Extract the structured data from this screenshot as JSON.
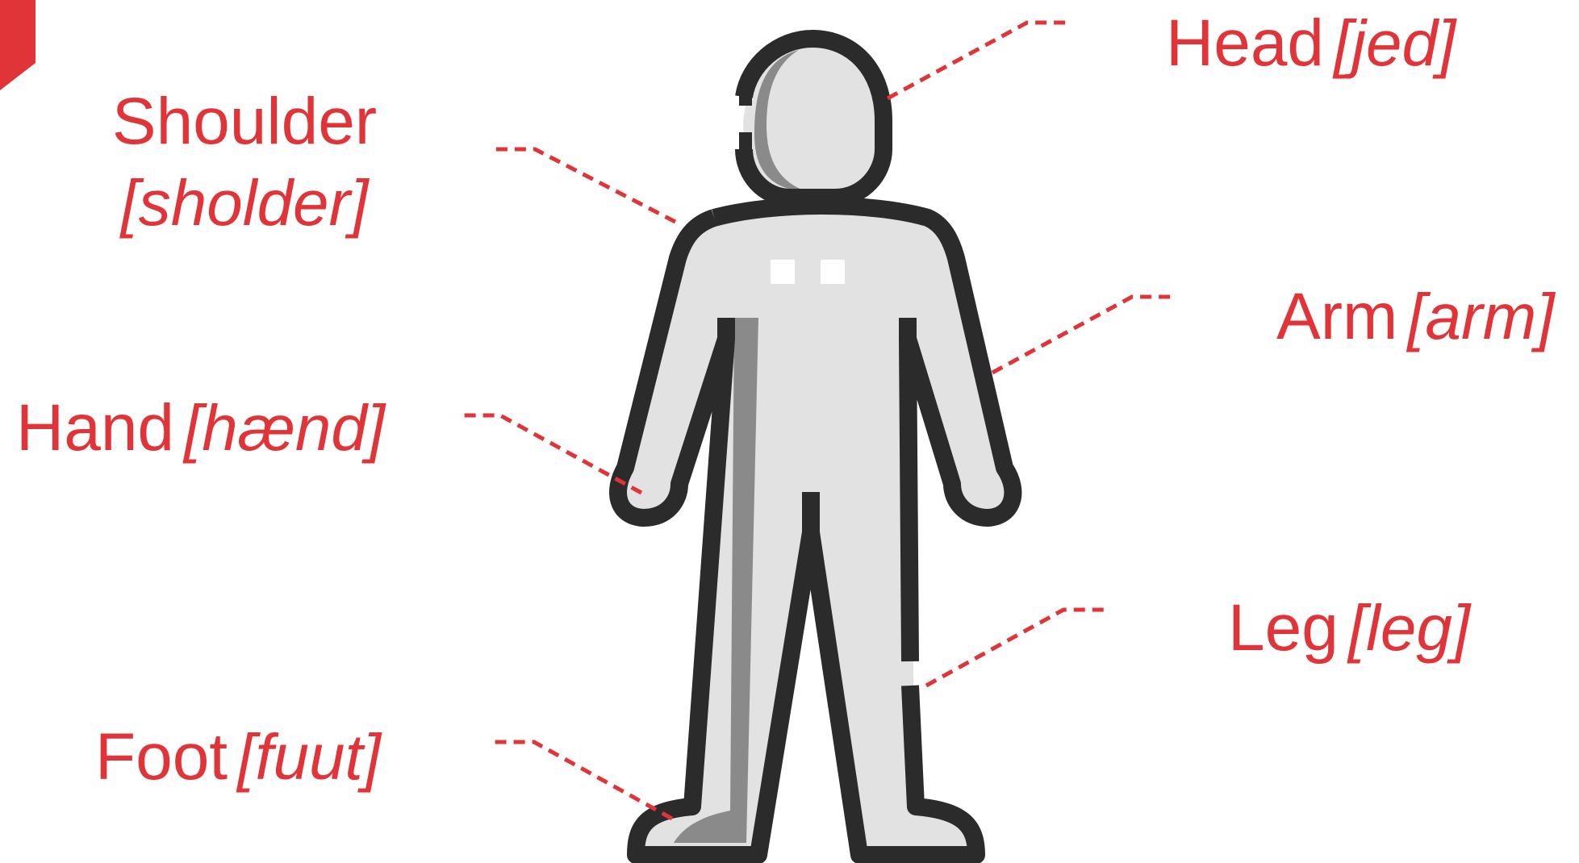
{
  "colors": {
    "accent": "#e03438",
    "outline": "#2b2b2b",
    "body_fill": "#e2e2e2",
    "shadow_fill": "#8a8a8a",
    "background": "#ffffff"
  },
  "icons": {
    "figure": "human-body-outline-icon",
    "corner": "corner-tab-decoration"
  },
  "labels": {
    "head": {
      "term": "Head",
      "pron": "[jed]"
    },
    "shoulder": {
      "term": "Shoulder",
      "pron": "[sholder]"
    },
    "arm": {
      "term": "Arm",
      "pron": "[arm]"
    },
    "hand": {
      "term": "Hand",
      "pron": "[hænd]"
    },
    "leg": {
      "term": "Leg",
      "pron": "[leg]"
    },
    "foot": {
      "term": "Foot",
      "pron": "[fuut]"
    }
  }
}
